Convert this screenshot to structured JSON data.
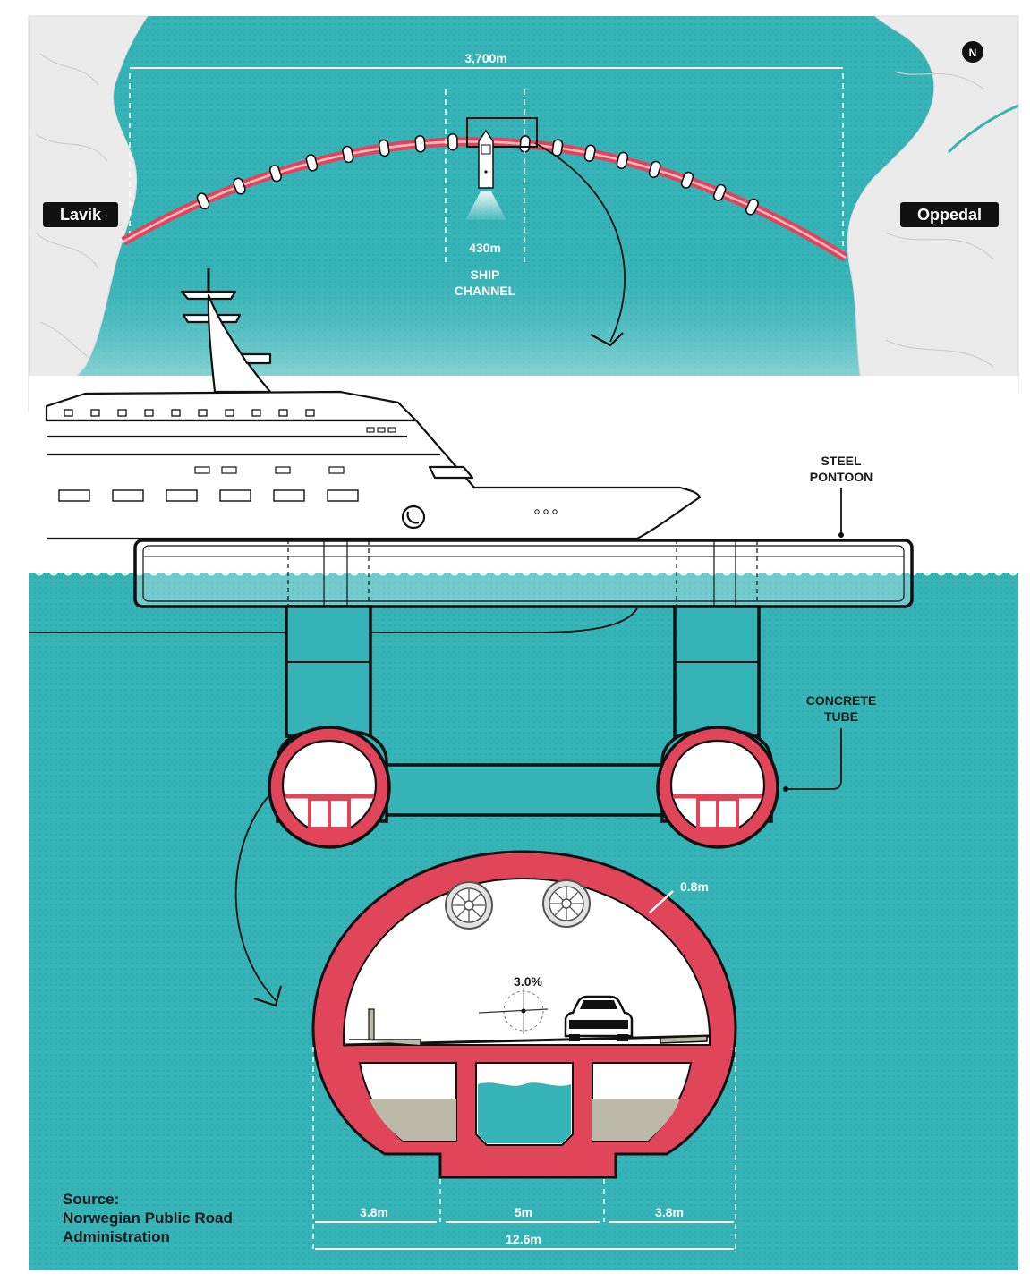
{
  "map": {
    "span_label": "3,700m",
    "left_label": "Lavik",
    "right_label": "Oppedal",
    "channel_width_label": "430m",
    "channel_label_line1": "SHIP",
    "channel_label_line2": "CHANNEL",
    "north_label": "N"
  },
  "structure": {
    "pontoon_label_line1": "STEEL",
    "pontoon_label_line2": "PONTOON",
    "tube_label_line1": "CONCRETE",
    "tube_label_line2": "TUBE"
  },
  "cross_section": {
    "wall_thickness_label": "0.8m",
    "slope_label": "3.0%",
    "dim_left": "3.8m",
    "dim_center": "5m",
    "dim_right": "3.8m",
    "dim_total": "12.6m"
  },
  "source": {
    "line1": "Source:",
    "line2": "Norwegian Public Road",
    "line3": "Administration"
  },
  "colors": {
    "water": "#35b3b6",
    "tube": "#e0455a",
    "land": "#ececec",
    "outline": "#111111"
  }
}
